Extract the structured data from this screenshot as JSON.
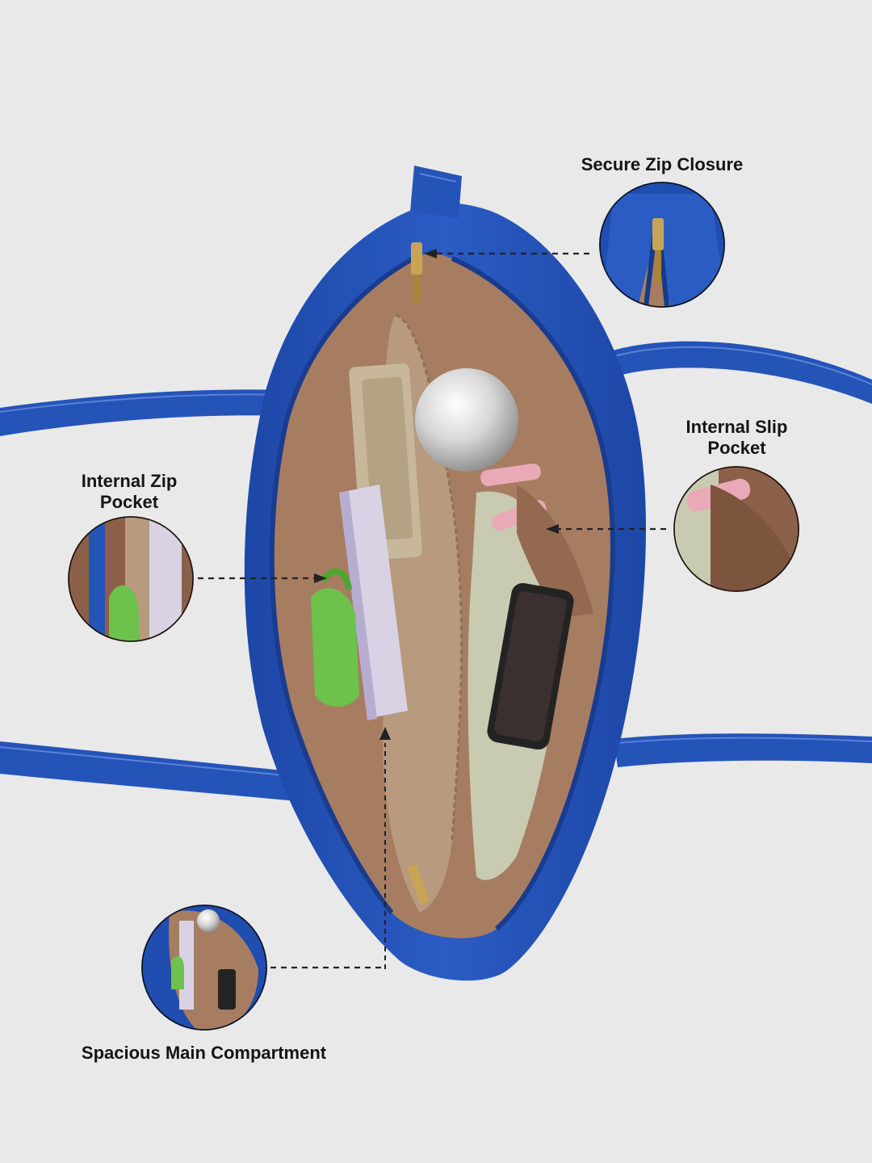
{
  "callouts": {
    "secure_zip": "Secure Zip Closure",
    "internal_slip": "Internal Slip\nPocket",
    "internal_zip": "Internal Zip\nPocket",
    "main_compartment": "Spacious Main Compartment"
  },
  "colors": {
    "background": "#e9e9e9",
    "bag_blue": "#2454b8",
    "lining": "#a77d62",
    "zipper_gold": "#c9a455"
  }
}
